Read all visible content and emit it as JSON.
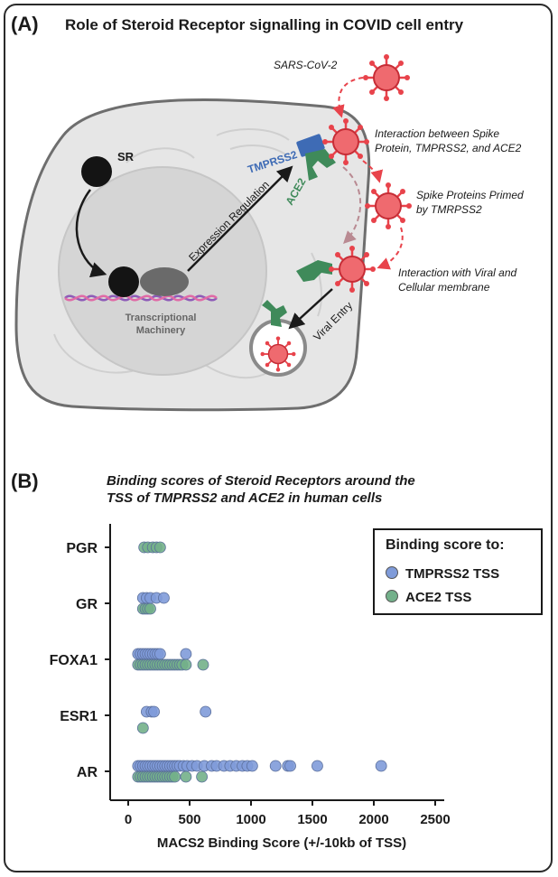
{
  "panel_a": {
    "label": "(A)",
    "title": "Role of Steroid Receptor signalling in COVID cell entry",
    "labels": {
      "virus": "SARS-CoV-2",
      "sr": "SR",
      "tmprss2": "TMPRSS2",
      "ace2": "ACE2",
      "expression": "Expression Regulation",
      "machinery_1": "Transcriptional",
      "machinery_2": "Machinery",
      "viral_entry": "Viral Entry",
      "step1_l1": "Interaction between Spike",
      "step1_l2": "Protein, TMPRSS2, and ACE2",
      "step2_l1": "Spike Proteins Primed",
      "step2_l2": "by TMRPSS2",
      "step3_l1": "Interaction with Viral and",
      "step3_l2": "Cellular membrane"
    },
    "colors": {
      "virus": "#e8434b",
      "tmprss2": "#3e6bb5",
      "ace2": "#3f8a5a",
      "cell": "#e4e4e4"
    }
  },
  "panel_b": {
    "label": "(B)",
    "subtitle_l1": "Binding scores of Steroid Receptors around the",
    "subtitle_l2": "TSS of TMPRSS2 and ACE2 in human cells",
    "legend": {
      "title": "Binding score to:",
      "items": [
        "TMPRSS2 TSS",
        "ACE2 TSS"
      ]
    }
  },
  "chart_data": {
    "type": "scatter",
    "xlabel": "MACS2 Binding Score (+/-10kb of TSS)",
    "ylabel": "",
    "xlim": [
      -100,
      2600
    ],
    "xticks": [
      0,
      500,
      1000,
      1500,
      2000,
      2500
    ],
    "categories": [
      "PGR",
      "GR",
      "FOXA1",
      "ESR1",
      "AR"
    ],
    "series": [
      {
        "name": "TMPRSS2 TSS",
        "color": "#7f9bd9",
        "points": {
          "PGR": [],
          "GR": [
            120,
            150,
            180,
            230,
            290
          ],
          "FOXA1": [
            80,
            100,
            120,
            140,
            160,
            180,
            200,
            220,
            240,
            260,
            470
          ],
          "ESR1": [
            150,
            190,
            210,
            630
          ],
          "AR": [
            80,
            100,
            120,
            140,
            160,
            180,
            200,
            220,
            240,
            260,
            280,
            300,
            320,
            340,
            360,
            380,
            400,
            420,
            450,
            480,
            520,
            560,
            620,
            680,
            720,
            780,
            830,
            880,
            930,
            970,
            1010,
            1200,
            1300,
            1320,
            1540,
            2060
          ]
        }
      },
      {
        "name": "ACE2 TSS",
        "color": "#73b08a",
        "points": {
          "PGR": [
            130,
            160,
            200,
            230,
            260
          ],
          "GR": [
            120,
            140,
            160,
            180
          ],
          "FOXA1": [
            80,
            100,
            120,
            140,
            160,
            180,
            200,
            220,
            240,
            260,
            280,
            300,
            320,
            340,
            360,
            380,
            400,
            420,
            440,
            470,
            610
          ],
          "ESR1": [
            120
          ],
          "AR": [
            80,
            100,
            120,
            140,
            160,
            180,
            200,
            220,
            240,
            260,
            280,
            300,
            320,
            340,
            360,
            380,
            470,
            600
          ]
        }
      }
    ]
  }
}
